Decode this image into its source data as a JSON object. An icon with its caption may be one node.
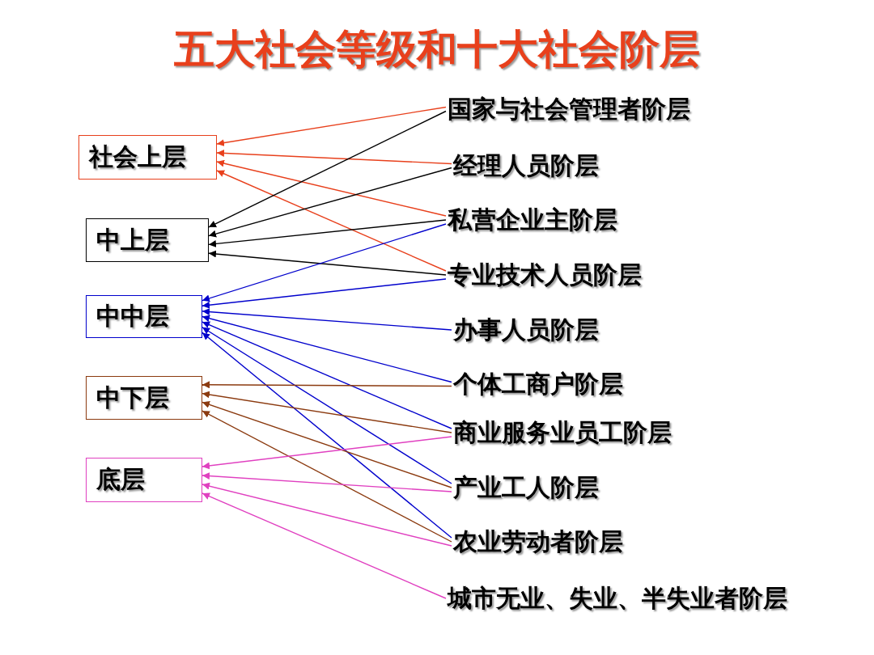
{
  "diagram": {
    "title": "五大社会等级和十大社会阶层",
    "nodes": [
      {
        "text": [
          "社会上层"
        ]
      },
      {
        "text": [
          "中上层"
        ]
      },
      {
        "text": [
          "中中层"
        ]
      },
      {
        "text": [
          "中下层"
        ]
      },
      {
        "text": [
          "底层"
        ]
      },
      {
        "text": [
          "国家与社会管理者阶层"
        ]
      },
      {
        "text": [
          "经理人员阶层"
        ]
      },
      {
        "text": [
          "私营企业主阶层"
        ]
      },
      {
        "text": [
          "专业技术人员阶层"
        ]
      },
      {
        "text": [
          "办事人员阶层"
        ]
      },
      {
        "text": [
          "个体工商户阶层"
        ]
      },
      {
        "text": [
          "商业服务业员工阶层"
        ]
      },
      {
        "text": [
          "产业工人阶层"
        ]
      },
      {
        "text": [
          "农业劳动者阶层"
        ]
      },
      {
        "text": [
          "城市无业、失业、半失业者阶层"
        ]
      }
    ],
    "edges": [
      {
        "from": 5,
        "to": 0,
        "arrow": "to",
        "color": "#e8401c"
      },
      {
        "from": 6,
        "to": 0,
        "arrow": "to",
        "color": "#e8401c"
      },
      {
        "from": 7,
        "to": 0,
        "arrow": "to",
        "color": "#e8401c"
      },
      {
        "from": 8,
        "to": 0,
        "arrow": "to",
        "color": "#e8401c"
      },
      {
        "from": 5,
        "to": 1,
        "arrow": "to",
        "color": "#000000"
      },
      {
        "from": 6,
        "to": 1,
        "arrow": "to",
        "color": "#000000"
      },
      {
        "from": 7,
        "to": 1,
        "arrow": "to",
        "color": "#000000"
      },
      {
        "from": 8,
        "to": 1,
        "arrow": "to",
        "color": "#000000"
      },
      {
        "from": 7,
        "to": 2,
        "arrow": "to"
      },
      {
        "from": 8,
        "to": 2,
        "arrow": "to"
      },
      {
        "from": 9,
        "to": 2,
        "arrow": "to"
      },
      {
        "from": 10,
        "to": 2,
        "arrow": "to"
      },
      {
        "from": 11,
        "to": 2,
        "arrow": "to"
      },
      {
        "from": 12,
        "to": 2,
        "arrow": "to"
      },
      {
        "from": 13,
        "to": 2,
        "arrow": "to"
      },
      {
        "from": 10,
        "to": 3,
        "arrow": "to",
        "color": "#8b3a0f"
      },
      {
        "from": 11,
        "to": 3,
        "arrow": "to",
        "color": "#8b3a0f"
      },
      {
        "from": 12,
        "to": 3,
        "arrow": "to",
        "color": "#8b3a0f"
      },
      {
        "from": 13,
        "to": 3,
        "arrow": "to",
        "color": "#8b3a0f"
      },
      {
        "from": 11,
        "to": 4,
        "arrow": "to",
        "color": "#e040c0"
      },
      {
        "from": 12,
        "to": 4,
        "arrow": "to",
        "color": "#e040c0"
      },
      {
        "from": 13,
        "to": 4,
        "arrow": "to",
        "color": "#e040c0"
      },
      {
        "from": 14,
        "to": 4,
        "arrow": "to",
        "color": "#e040c0"
      }
    ]
  }
}
